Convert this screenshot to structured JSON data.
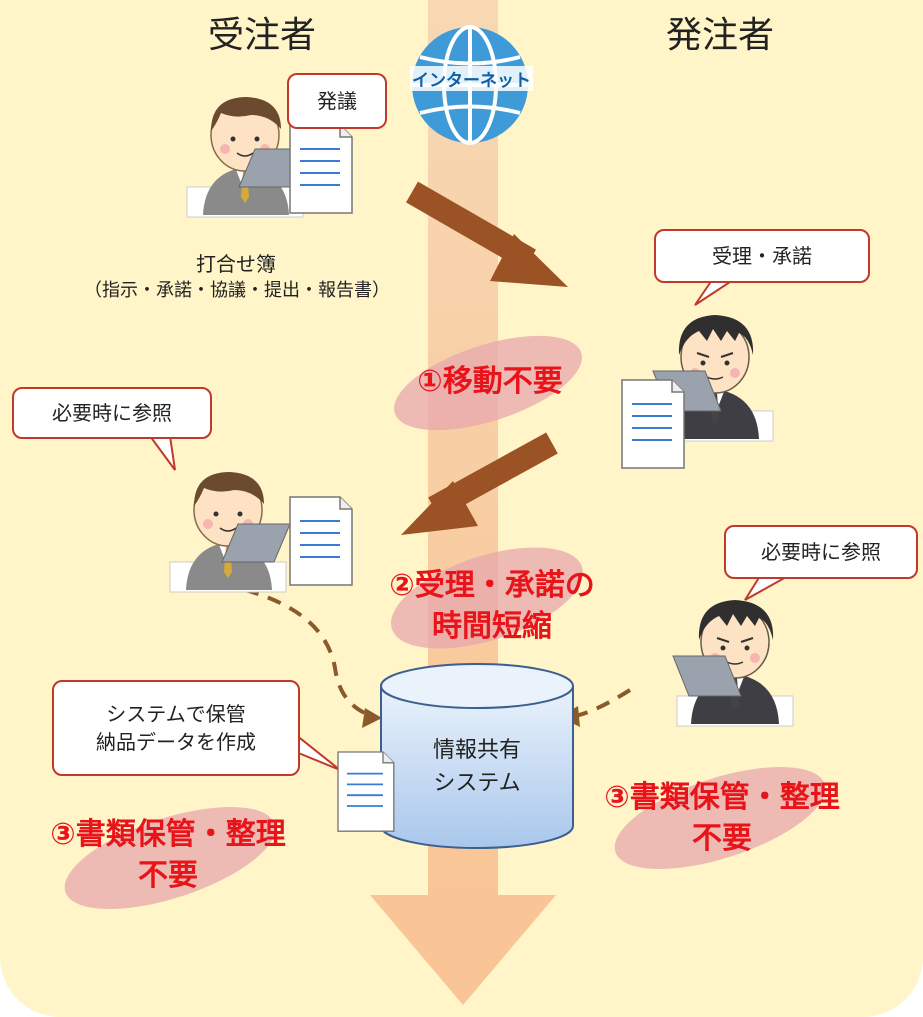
{
  "roles": {
    "contractor": "受注者",
    "client": "発注者"
  },
  "internet_label": "インターネット",
  "document_caption": {
    "line1": "打合せ簿",
    "line2": "（指示・承諾・協議・提出・報告書）"
  },
  "bubbles": {
    "propose": "発議",
    "accept": "受理・承諾",
    "refer_contractor": "必要時に参照",
    "refer_client": "必要時に参照",
    "store_line1": "システムで保管",
    "store_line2": "納品データを作成"
  },
  "database": {
    "line1": "情報共有",
    "line2": "システム"
  },
  "benefits": {
    "no_travel": "①移動不要",
    "shorten_line1": "②受理・承諾の",
    "shorten_line2": "時間短縮",
    "no_filing_left_line1": "③書類保管・整理",
    "no_filing_left_line2": "不要",
    "no_filing_right_line1": "③書類保管・整理",
    "no_filing_right_line2": "不要"
  },
  "colors": {
    "panel": "#fff5c8",
    "lane": "#f9c596",
    "flow_arrow": "#9b5225",
    "benefit_text": "#e8141a",
    "benefit_blob": "#e8a7ae",
    "bubble_border": "#c0392b",
    "globe": "#3f9ad8"
  },
  "icons": [
    "globe-icon",
    "contractor-person-icon",
    "client-person-icon",
    "document-icon",
    "database-icon"
  ]
}
